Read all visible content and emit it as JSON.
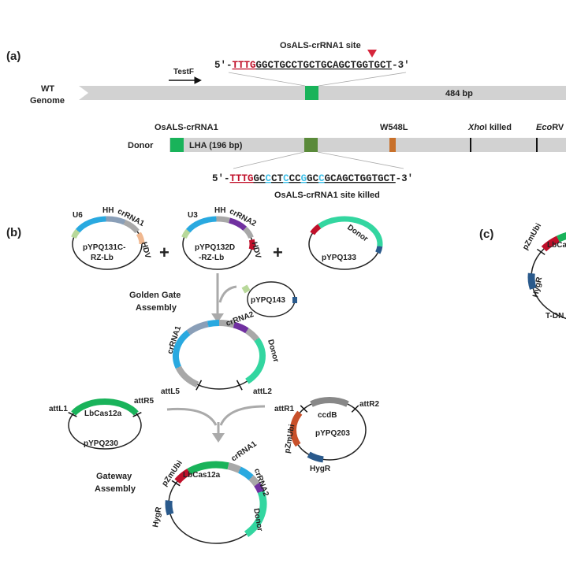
{
  "colors": {
    "grey": "#c8c8c8",
    "green": "#19b35a",
    "dark_green": "#5a8a3a",
    "orange": "#c8702a",
    "teal": "#33d6a0",
    "sky": "#29a9e0",
    "red": "#c0102a",
    "purple": "#7030a0",
    "navy": "#2a5a8c",
    "cut": "#d6263c",
    "mut": "#40c0e8"
  },
  "panel_a": {
    "label": "(a)",
    "site_title": "OsALS-crRNA1 site",
    "seq_prefix": "5′-",
    "seq_pam": "TTTG",
    "seq_body": "GGCTGCCTGCTGCAGCTGGTGCT",
    "seq_suffix": "-3′",
    "testf": "TestF",
    "wt_line1": "WT",
    "wt_line2": "Genome",
    "bp": "484 bp",
    "crRNA_label": "OsALS-crRNA1",
    "donor": "Donor",
    "lha": "LHA (196 bp)",
    "w548l": "W548L",
    "xhoi_italic": "Xho",
    "xhoi_rest": "I killed",
    "ecorv_italic": "Eco",
    "ecorv_rest": "RV",
    "killed_prefix": "5′-",
    "killed_pam": "TTTG",
    "killed_segments": [
      {
        "t": "GC",
        "m": false
      },
      {
        "t": "C",
        "m": true
      },
      {
        "t": "CT",
        "m": false
      },
      {
        "t": "C",
        "m": true
      },
      {
        "t": "CC",
        "m": false
      },
      {
        "t": "G",
        "m": true
      },
      {
        "t": "GC",
        "m": false
      },
      {
        "t": "C",
        "m": true
      },
      {
        "t": "GCAGCTGGTGCT",
        "m": false
      }
    ],
    "killed_suffix": "-3′",
    "killed_title": "OsALS-crRNA1 site killed"
  },
  "panel_b": {
    "label": "(b)",
    "p131_name1": "pYPQ131C-",
    "p131_name2": "RZ-Lb",
    "p131_u6": "U6",
    "p131_hh": "HH",
    "p131_cr": "crRNA1",
    "p131_hdv": "HDV",
    "p132_name1": "pYPQ132D",
    "p132_name2": "-RZ-Lb",
    "p132_u3": "U3",
    "p132_hh": "HH",
    "p132_cr": "crRNA2",
    "p132_hdv": "HDV",
    "plus": "+",
    "p133_name": "pYPQ133",
    "p133_donor": "Donor",
    "golden1": "Golden Gate",
    "golden2": "Assembly",
    "p143_name": "pYPQ143",
    "mid_cr1": "crRNA1",
    "mid_cr2": "crRNA2",
    "mid_donor": "Donor",
    "mid_attl5": "attL5",
    "mid_attl2": "attL2",
    "p230_name": "pYPQ230",
    "p230_attl1": "attL1",
    "p230_attr5": "attR5",
    "p230_cas": "LbCas12a",
    "p203_name": "pYPQ203",
    "p203_attr1": "attR1",
    "p203_attr2": "attR2",
    "p203_ccdb": "ccdB",
    "p203_pzmubi": "pZmUbi",
    "p203_hygr": "HygR",
    "gateway1": "Gateway",
    "gateway2": "Assembly",
    "fin_pzmubi": "pZmUbi",
    "fin_cas": "LbCas12a",
    "fin_cr1": "crRNA1",
    "fin_cr2": "crRNA2",
    "fin_donor": "Donor",
    "fin_hygr": "HygR"
  },
  "panel_c": {
    "label": "(c)",
    "pzmubi": "pZmUbi",
    "lbca": "LbCa",
    "hygr": "HygR",
    "tdn": "T-DN"
  }
}
